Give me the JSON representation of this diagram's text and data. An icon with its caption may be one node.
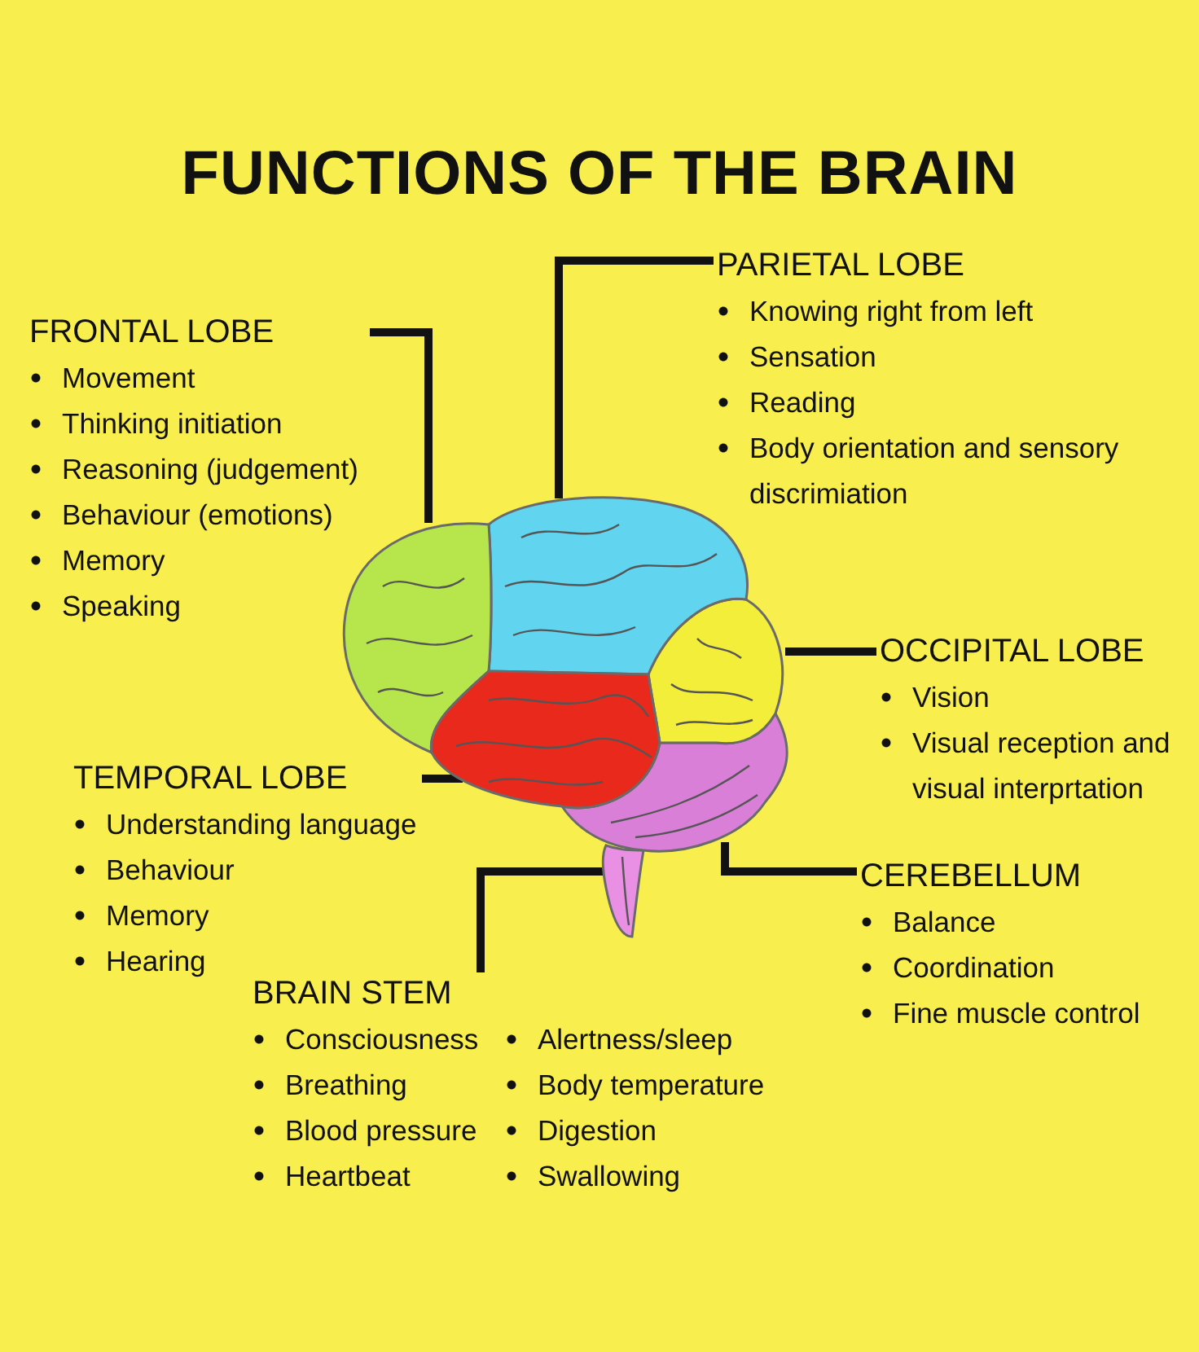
{
  "diagram": {
    "title": "FUNCTIONS OF THE BRAIN",
    "nodes": [
      {
        "text": [
          "PARIETAL LOBE",
          "Knowing right from left",
          "Sensation",
          "Reading",
          "Body orientation and sensory discrimiation"
        ]
      },
      {
        "text": [
          "FRONTAL LOBE",
          "Movement",
          "Thinking initiation",
          "Reasoning (judgement)",
          "Behaviour (emotions)",
          "Memory",
          "Speaking"
        ]
      },
      {
        "text": [
          "OCCIPITAL LOBE",
          "Vision",
          "Visual reception and visual interprtation"
        ]
      },
      {
        "text": [
          "TEMPORAL LOBE",
          "Understanding language",
          "Behaviour",
          "Memory",
          "Hearing"
        ]
      },
      {
        "text": [
          "CEREBELLUM",
          "Balance",
          "Coordination",
          "Fine muscle control"
        ]
      },
      {
        "text": [
          "BRAIN STEM",
          "Consciousness",
          "Breathing",
          "Blood pressure",
          "Heartbeat",
          "Alertness/sleep",
          "Body temperature",
          "Digestion",
          "Swallowing"
        ]
      },
      {
        "text": [],
        "shape": "picture"
      },
      {
        "text": [],
        "shape": "picture"
      },
      {
        "text": [],
        "shape": "picture"
      },
      {
        "text": [],
        "shape": "picture"
      },
      {
        "text": [],
        "shape": "picture"
      },
      {
        "text": [],
        "shape": "picture"
      }
    ],
    "edges": [
      {
        "from": 0,
        "to": 7,
        "arrow": "none"
      },
      {
        "from": 1,
        "to": 6,
        "arrow": "none"
      },
      {
        "from": 2,
        "to": 8,
        "arrow": "none"
      },
      {
        "from": 3,
        "to": 9,
        "arrow": "none"
      },
      {
        "from": 4,
        "to": 10,
        "arrow": "none"
      },
      {
        "from": 5,
        "to": 11,
        "arrow": "none"
      }
    ]
  }
}
